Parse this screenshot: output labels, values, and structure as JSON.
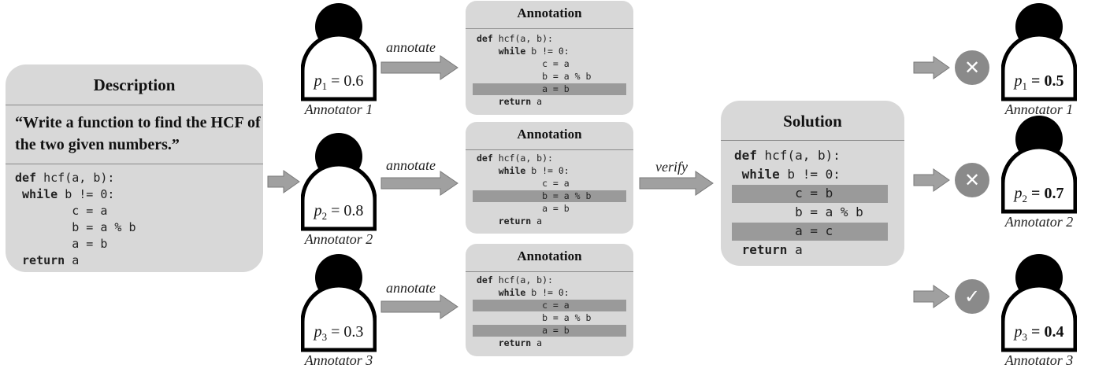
{
  "description": {
    "title": "Description",
    "prompt": "“Write a function to find the HCF of the two given numbers.”",
    "code": [
      {
        "kw": "def",
        "rest": " hcf(a, b):"
      },
      {
        "kw": " while",
        "rest": " b != 0:"
      },
      {
        "kw": "",
        "rest": "        c = a"
      },
      {
        "kw": "",
        "rest": "        b = a % b"
      },
      {
        "kw": "",
        "rest": "        a = b"
      },
      {
        "kw": " return",
        "rest": " a"
      }
    ]
  },
  "annotators": [
    {
      "name": "Annotator 1",
      "p_label": "p",
      "p_sub": "1",
      "p_value": "= 0.6"
    },
    {
      "name": "Annotator 2",
      "p_label": "p",
      "p_sub": "2",
      "p_value": "= 0.8"
    },
    {
      "name": "Annotator 3",
      "p_label": "p",
      "p_sub": "3",
      "p_value": "= 0.3"
    }
  ],
  "annotate_label": "annotate",
  "verify_label": "verify",
  "annotations": [
    {
      "title": "Annotation",
      "highlighted": [
        4
      ]
    },
    {
      "title": "Annotation",
      "highlighted": [
        3
      ]
    },
    {
      "title": "Annotation",
      "highlighted": [
        2,
        4
      ]
    }
  ],
  "annotation_code": [
    {
      "kw": "def",
      "rest": " hcf(a, b):"
    },
    {
      "kw": "    while",
      "rest": " b != 0:"
    },
    {
      "kw": "",
      "rest": "            c = a"
    },
    {
      "kw": "",
      "rest": "            b = a % b"
    },
    {
      "kw": "",
      "rest": "            a = b"
    },
    {
      "kw": "    return",
      "rest": " a"
    }
  ],
  "solution": {
    "title": "Solution",
    "code": [
      {
        "kw": "def",
        "rest": " hcf(a, b):"
      },
      {
        "kw": " while",
        "rest": " b != 0:"
      },
      {
        "kw": "",
        "rest": "        c = b"
      },
      {
        "kw": "",
        "rest": "        b = a % b"
      },
      {
        "kw": "",
        "rest": "        a = c"
      },
      {
        "kw": " return",
        "rest": " a"
      }
    ],
    "highlighted": [
      2,
      4
    ]
  },
  "results": [
    {
      "name": "Annotator 1",
      "p_label": "p",
      "p_sub": "1",
      "p_value": "= 0.5",
      "status": "✕"
    },
    {
      "name": "Annotator 2",
      "p_label": "p",
      "p_sub": "2",
      "p_value": "= 0.7",
      "status": "✕"
    },
    {
      "name": "Annotator 3",
      "p_label": "p",
      "p_sub": "3",
      "p_value": "= 0.4",
      "status": "✓"
    }
  ],
  "colors": {
    "box": "#d8d8d8",
    "highlight": "#9a9a9a",
    "arrow": "#a0a0a0",
    "badge": "#8a8a8a"
  }
}
